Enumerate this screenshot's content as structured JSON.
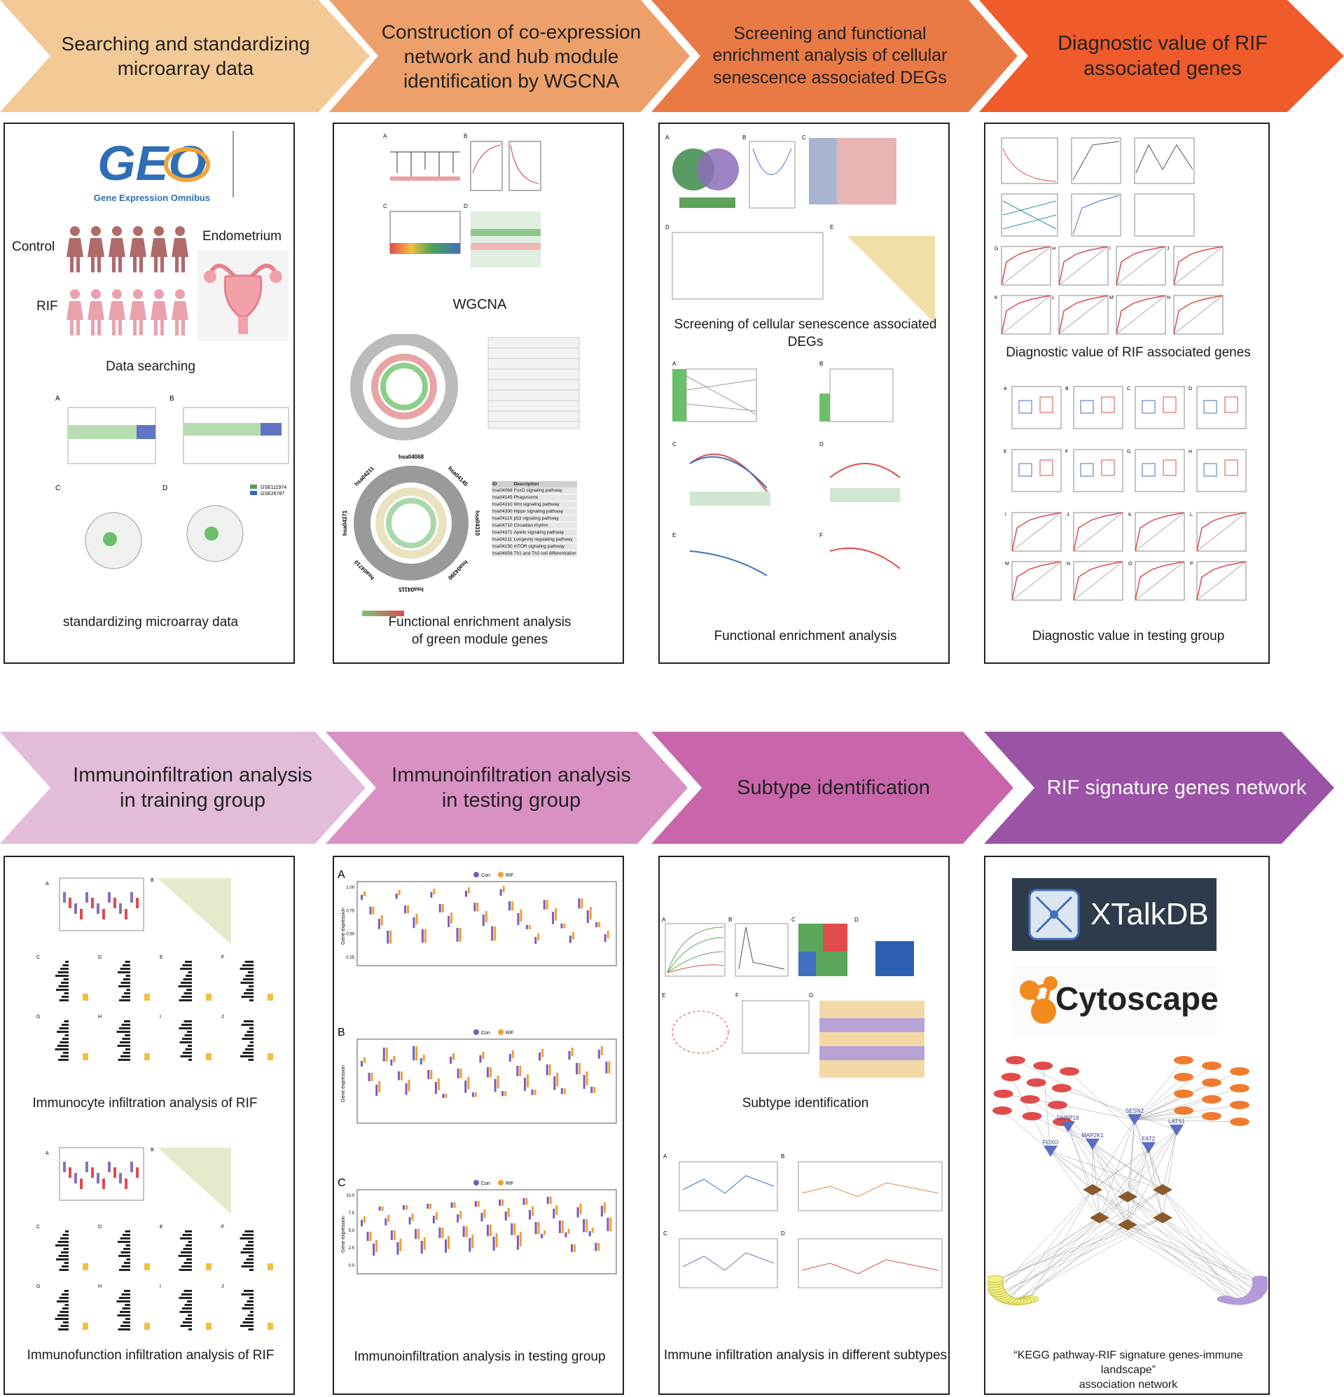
{
  "colors": {
    "a1": "#f3c996",
    "a2": "#eda06a",
    "a3": "#ea7a45",
    "a4": "#ef5b2a",
    "b1": "#e2bcd9",
    "b2": "#d991c4",
    "b3": "#c966ab",
    "b4": "#9a53a5",
    "teal": "#1f8c7a",
    "green": "#5fa35a",
    "purple": "#8b6fb8",
    "red": "#e04b4b",
    "blue": "#3f6fbf"
  },
  "steps": [
    {
      "title_lines": [
        "Searching and standardizing",
        "microarray data"
      ]
    },
    {
      "title_lines": [
        "Construction of co-expression",
        "network and hub module",
        "identification by WGCNA"
      ]
    },
    {
      "title_lines": [
        "Screening and functional",
        "enrichment analysis of cellular",
        "senescence associated DEGs"
      ]
    },
    {
      "title_lines": [
        "Diagnostic value of RIF",
        "associated genes"
      ]
    },
    {
      "title_lines": [
        "Immunoinfiltration analysis",
        "in training group"
      ]
    },
    {
      "title_lines": [
        "Immunoinfiltration analysis",
        "in testing group"
      ]
    },
    {
      "title_lines": [
        "Subtype identification"
      ]
    },
    {
      "title_lines": [
        "RIF signature genes network"
      ]
    }
  ],
  "panel1": {
    "geo_logo": "GEO",
    "geo_sub": "Gene Expression Omnibus",
    "control": "Control",
    "rif": "RIF",
    "endometrium": "Endometrium",
    "cap_search": "Data searching",
    "cap_std": "standardizing microarray data",
    "legend1": "GSE111974",
    "legend2": "GSE26787"
  },
  "panel2": {
    "cap_wgcna": "WGCNA",
    "cap_func_lines": [
      "Functional enrichment analysis",
      "of green module genes"
    ],
    "kegg_table": {
      "headers": [
        "ID",
        "Description"
      ],
      "rows": [
        [
          "hsa04068",
          "FoxO signaling pathway"
        ],
        [
          "hsa04145",
          "Phagosome"
        ],
        [
          "hsa04310",
          "Wnt signaling pathway"
        ],
        [
          "hsa04390",
          "Hippo signaling pathway"
        ],
        [
          "hsa04115",
          "p53 signaling pathway"
        ],
        [
          "hsa04710",
          "Circadian rhythm"
        ],
        [
          "hsa04371",
          "Apelin signaling pathway"
        ],
        [
          "hsa04211",
          "Longevity regulating pathway"
        ],
        [
          "hsa04150",
          "mTOR signaling pathway"
        ],
        [
          "hsa04658",
          "Th1 and Th2 cell differentiation"
        ]
      ]
    },
    "circ_ids": [
      "hsa04068",
      "hsa04145",
      "hsa04310",
      "hsa04390",
      "hsa04115",
      "hsa04710",
      "hsa04371",
      "hsa04211"
    ]
  },
  "panel3": {
    "cap_deg": "Screening of cellular senescence associated DEGs",
    "cap_func": "Functional enrichment analysis"
  },
  "panel4": {
    "cap_diag": "Diagnostic value of RIF associated genes",
    "cap_test": "Diagnostic value in testing group"
  },
  "panel5": {
    "cap_cyte": "Immunocyte infiltration analysis of RIF",
    "cap_func": "Immunofunction infiltration analysis of RIF"
  },
  "panel6": {
    "legend_con": "Con",
    "legend_rif": "RIF",
    "ylabel": "Gene expression",
    "ytick_a": [
      "1.00",
      "0.75",
      "0.50",
      "0.25"
    ],
    "ytick_c": [
      "10.0",
      "7.5",
      "5.0",
      "2.5",
      "0.0"
    ],
    "cap": "Immunoinfiltration analysis in testing group"
  },
  "panel7": {
    "cap_sub": "Subtype identification",
    "cap_imm": "Immune infiltration analysis in different subtypes"
  },
  "panel8": {
    "xtalk": "XTalkDB",
    "cyto": "Cytoscape",
    "hub_genes": [
      "DUSP16",
      "FOXO",
      "SESN2",
      "MAP2K1",
      "FAT2",
      "LATS1"
    ],
    "cap_lines": [
      "“KEGG pathway-RIF signature genes-immune landscape”",
      "association network"
    ]
  },
  "panel_letters": [
    "A",
    "B",
    "C",
    "D",
    "E",
    "F",
    "G",
    "H",
    "I",
    "J",
    "K",
    "L",
    "M",
    "N",
    "O",
    "P"
  ]
}
